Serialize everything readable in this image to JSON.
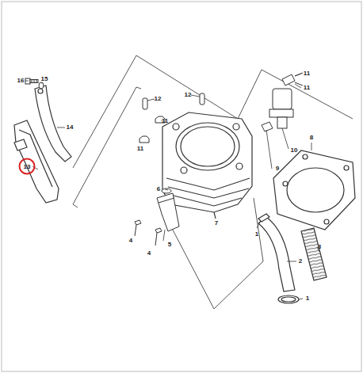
{
  "diagram": {
    "nodes": [
      {
        "text": [
          "13"
        ]
      }
    ],
    "labels": [
      "16",
      "15",
      "14",
      "12",
      "11",
      "11",
      "12",
      "11",
      "11",
      "10",
      "9",
      "8",
      "7",
      "6",
      "4",
      "4",
      "5",
      "1",
      "2",
      "3",
      "1"
    ]
  }
}
